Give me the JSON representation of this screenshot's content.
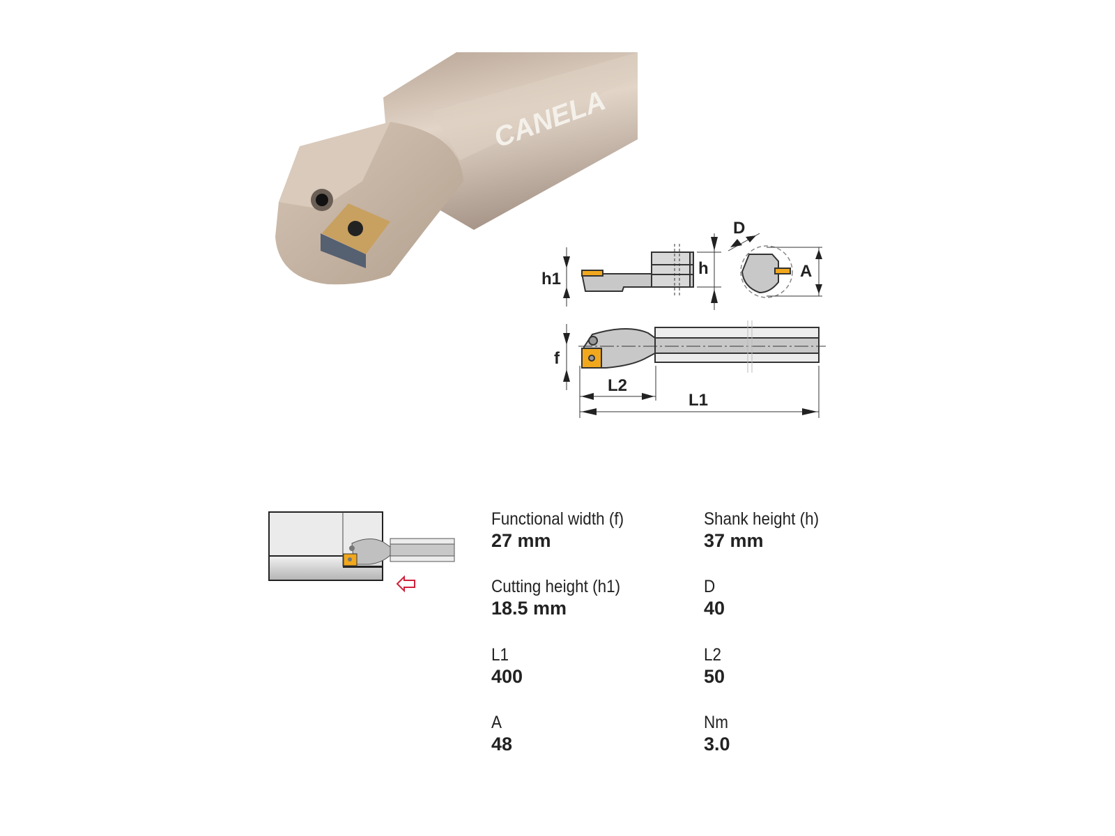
{
  "product_photo": {
    "brand_logo": "CANELA",
    "colors": {
      "body": "#c9b8a6",
      "insert": "#c8a060"
    }
  },
  "diagram": {
    "labels": {
      "h1": "h1",
      "h": "h",
      "D": "D",
      "A": "A",
      "f": "f",
      "L2": "L2",
      "L1": "L1"
    },
    "colors": {
      "insert": "#f2a81d",
      "body": "#c8c8c8",
      "outline": "#333333"
    }
  },
  "usage_icon": {
    "arrow_color": "#d0203a"
  },
  "specs": [
    {
      "label": "Functional width (f)",
      "value": "27 mm"
    },
    {
      "label": "Shank height (h)",
      "value": "37 mm"
    },
    {
      "label": "Cutting height (h1)",
      "value": "18.5 mm"
    },
    {
      "label": "D",
      "value": "40"
    },
    {
      "label": "L1",
      "value": "400"
    },
    {
      "label": "L2",
      "value": "50"
    },
    {
      "label": "A",
      "value": "48"
    },
    {
      "label": "Nm",
      "value": "3.0"
    }
  ]
}
